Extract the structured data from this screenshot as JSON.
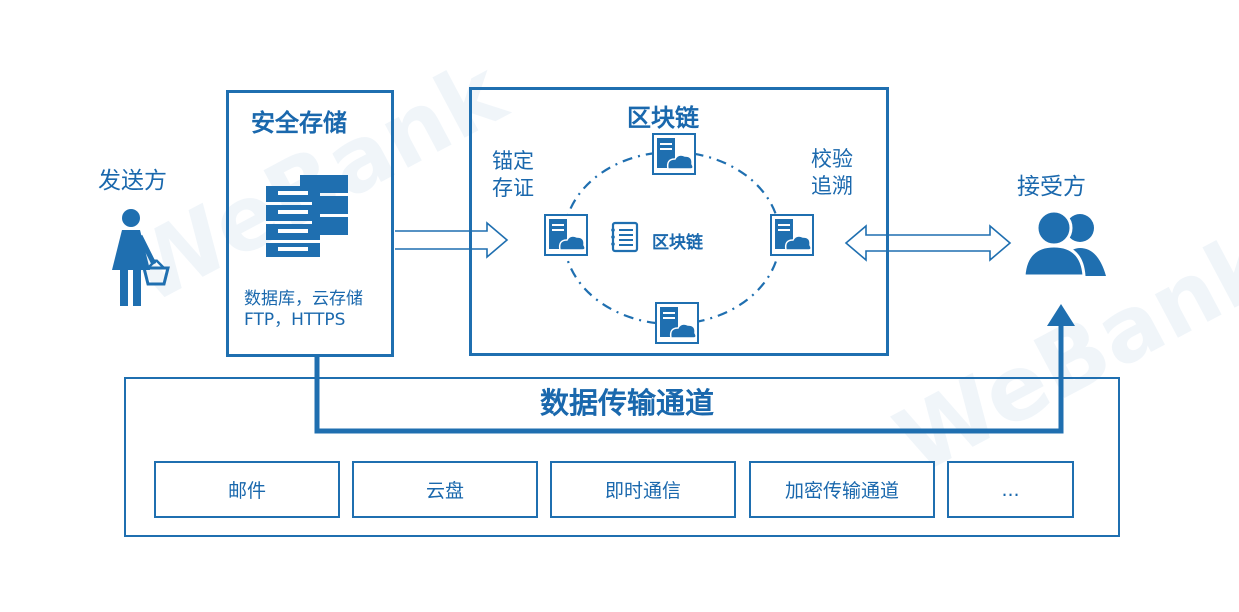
{
  "colors": {
    "primary": "#1f6fb0",
    "text": "#1a68ad"
  },
  "sender": {
    "label": "发送方",
    "icon": "woman-shopping-icon"
  },
  "storage": {
    "title": "安全存储",
    "desc_line1": "数据库，云存储",
    "desc_line2": "FTP，HTTPS",
    "icon": "server-stack-icon"
  },
  "blockchain": {
    "title": "区块链",
    "left_note_line1": "锚定",
    "left_note_line2": "存证",
    "right_note_line1": "校验",
    "right_note_line2": "追溯",
    "center_label": "区块链",
    "node_icon": "cloud-server-icon",
    "ledger_icon": "ledger-icon"
  },
  "receiver": {
    "label": "接受方",
    "icon": "users-icon"
  },
  "transfer": {
    "title": "数据传输通道",
    "channels": [
      "邮件",
      "云盘",
      "即时通信",
      "加密传输通道",
      "..."
    ]
  }
}
